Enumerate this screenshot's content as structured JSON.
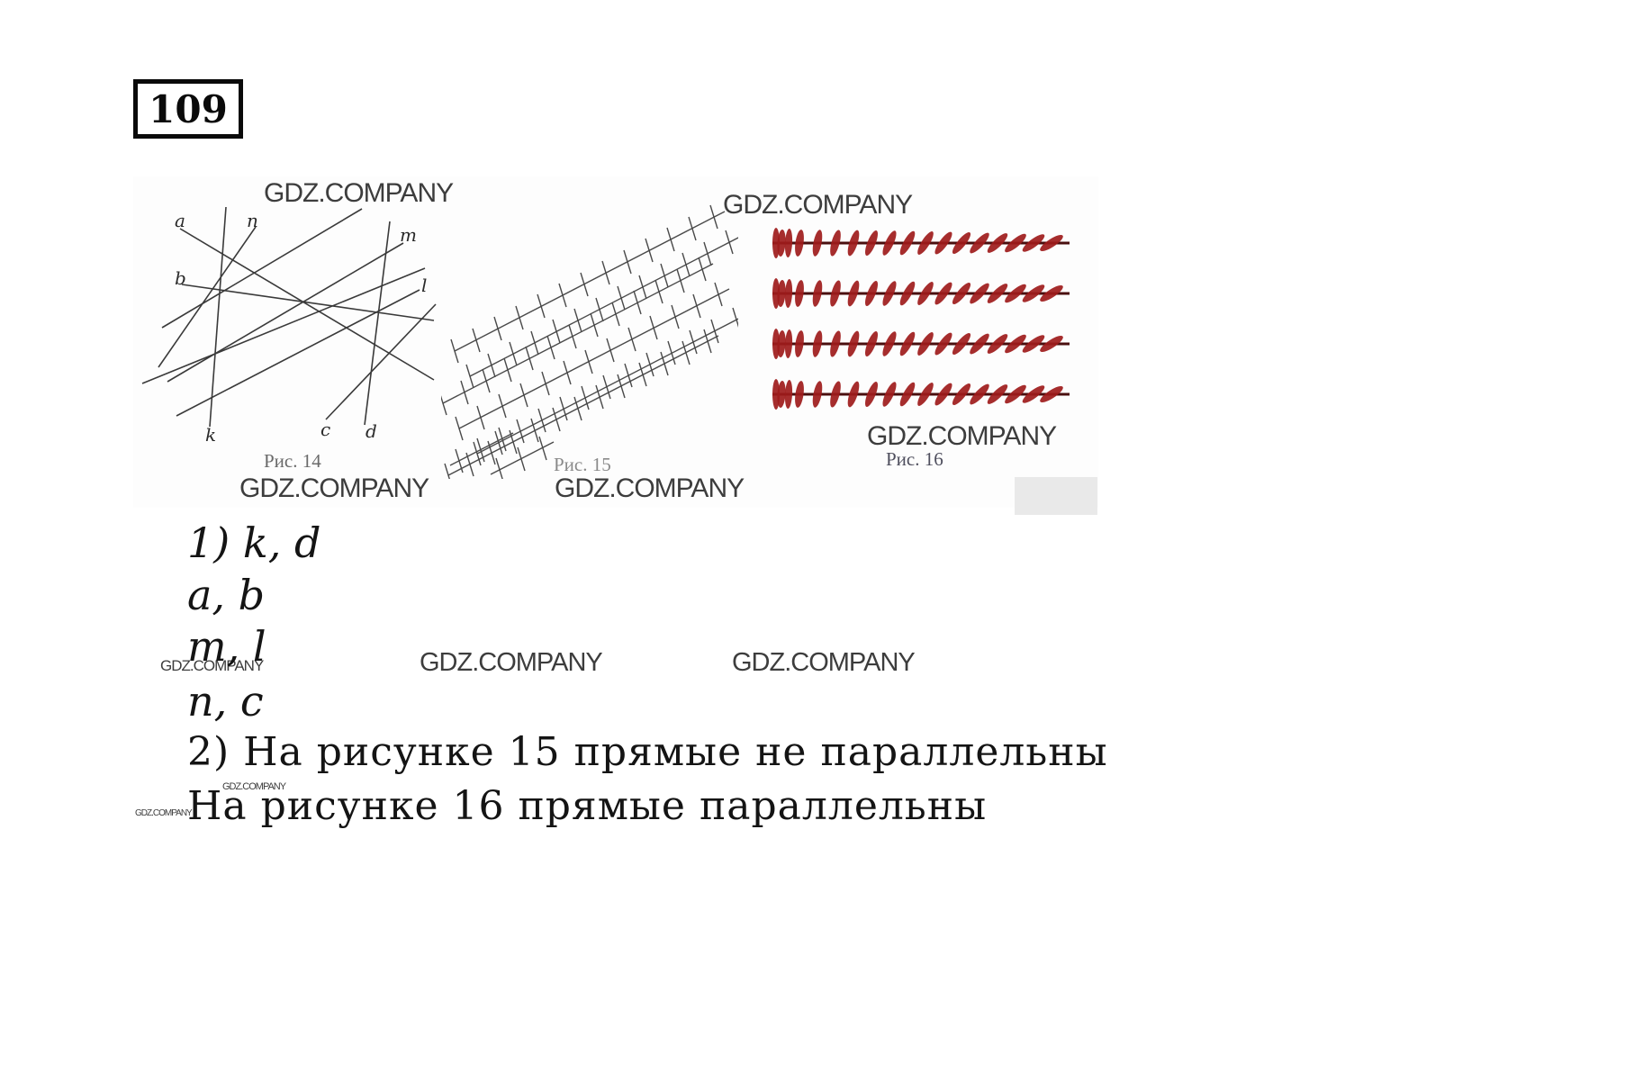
{
  "watermark": "GDZ.COMPANY",
  "problem": {
    "number": "109"
  },
  "figures": {
    "fig14": {
      "caption": "Рис. 14",
      "labels": {
        "a": "a",
        "n": "n",
        "m": "m",
        "b": "b",
        "l": "l",
        "k": "k",
        "c": "c",
        "d": "d"
      }
    },
    "fig15": {
      "caption": "Рис. 15"
    },
    "fig16": {
      "caption": "Рис. 16"
    }
  },
  "answers": {
    "lines": [
      "1) k, d",
      "a, b",
      "m, l",
      "n, c",
      "2) На рисунке 15 прямые не параллельны",
      "На рисунке 16 прямые параллельны"
    ]
  },
  "colors": {
    "ink": "#141414",
    "figure_line": "#3a3a3a",
    "hatch_line": "#4a4a4a",
    "red_ellipse": "#9e1b1b",
    "red_line": "#4a0f0f",
    "watermark": "#3d3d3d"
  }
}
